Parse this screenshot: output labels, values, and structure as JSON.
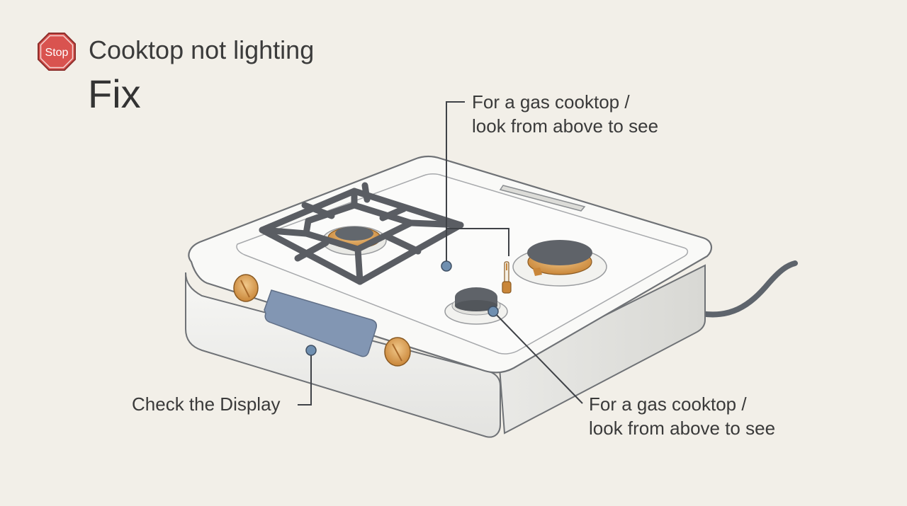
{
  "header": {
    "stop_sign_text": "Stop",
    "subtitle": "Cooktop not lighting",
    "title": "Fix"
  },
  "callouts": {
    "top": {
      "line1": "For a gas cooktop /",
      "line2": "look from above to see"
    },
    "right": {
      "line1": "For a gas cooktop /",
      "line2": "look from above to see"
    },
    "left": {
      "text": "Check the Display"
    }
  },
  "colors": {
    "background": "#f2efe8",
    "stop_red": "#d9534f",
    "marker_blue": "#6f8fb0",
    "display_blue": "#8296b3",
    "knob_copper": "#d49a52",
    "grate_gray": "#5a5d63"
  },
  "icons": [
    "stop-sign-icon",
    "callout-marker-icon"
  ]
}
